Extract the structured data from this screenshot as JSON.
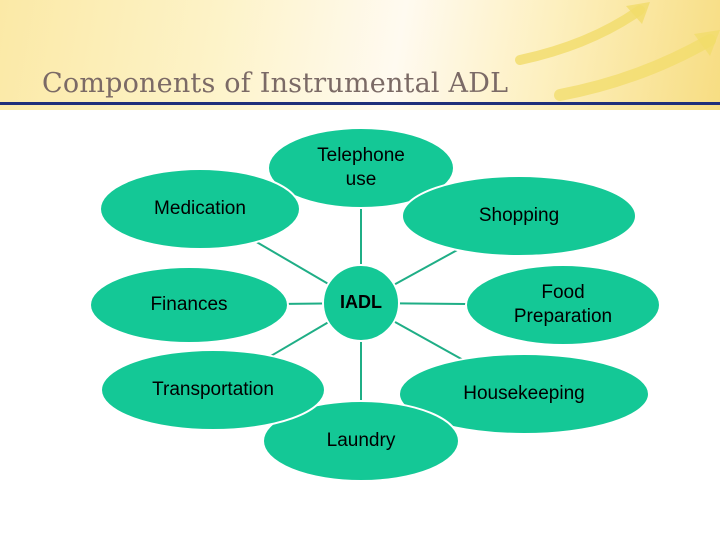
{
  "slide": {
    "title": "Components of Instrumental ADL"
  },
  "colors": {
    "node_fill": "#14c896",
    "node_stroke": "#ffffff",
    "connector": "#1fae86",
    "title_text": "#7b6a66",
    "header_rule": "#1f2f7a",
    "arrow": "#f1dc6a"
  },
  "diagram": {
    "hub": "IADL",
    "spokes": [
      {
        "id": "telephone",
        "lines": [
          "Telephone",
          "use"
        ]
      },
      {
        "id": "shopping",
        "lines": [
          "Shopping"
        ]
      },
      {
        "id": "food",
        "lines": [
          "Food",
          "Preparation"
        ]
      },
      {
        "id": "housekeeping",
        "lines": [
          "Housekeeping"
        ]
      },
      {
        "id": "laundry",
        "lines": [
          "Laundry"
        ]
      },
      {
        "id": "transportation",
        "lines": [
          "Transportation"
        ]
      },
      {
        "id": "finances",
        "lines": [
          "Finances"
        ]
      },
      {
        "id": "medication",
        "lines": [
          "Medication"
        ]
      }
    ]
  }
}
